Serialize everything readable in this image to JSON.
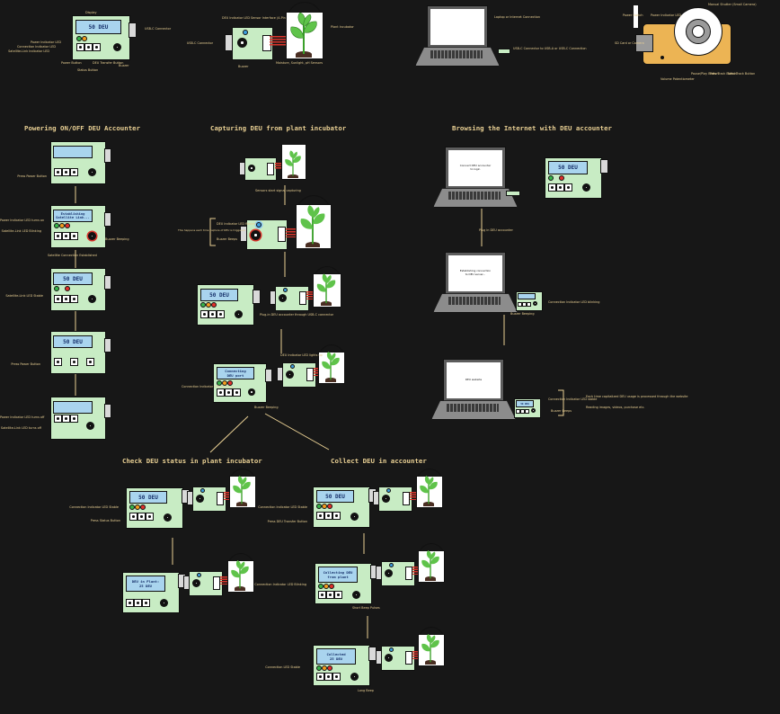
{
  "colors": {
    "background": "#171717",
    "label": "#e8cf93",
    "device_body": "#c8ecc4",
    "lcd": "#a9d4ee",
    "camera_body": "#ecb454",
    "wire_red": "#d9342b",
    "led_blue": "#3ea0e0",
    "led_green": "#37b34a",
    "led_orange": "#f39c1f",
    "led_red": "#e0302b"
  },
  "legend": {
    "accounter_lcd": "50 DEU",
    "accounter_labels": {
      "display": "Display",
      "usb_c": "USB-C Connector",
      "power_led": "Power Indicator LED",
      "connection_led": "Connection Indicator LED",
      "satellite_led": "Satellite-Link Indicator LED",
      "power_button": "Power Button",
      "deu_transfer": "DEU Transfer Button",
      "buzzer": "Buzzer",
      "status_button": "Status Button"
    },
    "probe_labels": {
      "deu_led": "DEU Indicator LED",
      "sensor_interface": "Sensor Interface (4-Pin)",
      "usb_c_connector": "USB-C Connector",
      "buzzer": "Buzzer",
      "incubator": "Plant Incubator",
      "moisture": "Moisture, Sunlight, pH Sensors"
    },
    "laptop_labels": {
      "laptop": "Laptop or Internet Connection",
      "adapter": "USB-C Connector to USB-A or USB-C Connection"
    },
    "camera_labels": {
      "power_switch": "Power Switch",
      "power_led": "Power Indicator LED",
      "lens": "Manual Shutter (Small Camera)",
      "sd_card": "SD Card or Camera",
      "volume": "Volume Potentiometer",
      "play_pause": "Pause/Play Button",
      "prev": "Prev Track Button",
      "next": "Next Track Button"
    }
  },
  "sections": {
    "power": {
      "title": "Powering ON/OFF DEU Accounter",
      "lcd_2": "Establishing\nSatellite Link...",
      "lcd_3": "50 DEU",
      "lcd_4": "50 DEU",
      "labels": {
        "press_power": "Press Power Button",
        "power_led_on": "Power Indicator LED turns on",
        "sat_blinking": "Satellite-Link LED Blinking",
        "buzzer_beeping": "Buzzer Beeping",
        "sat_established": "Satellite Connection Established",
        "sat_stable": "Satellite-Link LED Stable",
        "press_power_2": "Press Power Button",
        "power_led_off": "Power Indicator LED turns off",
        "sat_off": "Satellite-Link LED turns off"
      }
    },
    "capture": {
      "title": "Capturing DEU from plant incubator",
      "lcd_3": "50 DEU",
      "lcd_4": "Connecting\nDEU port",
      "labels": {
        "sensors_signal": "Sensors start signal capturing",
        "deu_led_flashes": "DEU Indicator LED flashes",
        "buzzer_beeps": "Buzzer Beeps",
        "bracket_note": "This happens each time capture of DEU is triggered",
        "plug_in": "Plug-in DEU accounter through USB-C connector",
        "led_lights_up": "DEU Indicator LED lights up",
        "connection_blinking": "Connection Indicator LED blinking",
        "buzzer_beeping": "Buzzer Beeping"
      }
    },
    "internet": {
      "title": "Browsing the Internet with DEU accounter",
      "accounter_lcd": "50 DEU",
      "screen_1": "Connect DEU accounter\nto login",
      "screen_2": "Establishing connection\nto DEU server...",
      "screen_3": "DEU website",
      "mini_lcd": "50 DEU",
      "labels": {
        "plug_in": "Plug in DEU accounter",
        "conn_blinking": "Connection Indicator LED blinking",
        "buzzer_beeping": "Buzzer Beeping",
        "conn_stable": "Connection Indicator LED stable",
        "buzzer_beeps": "Buzzer Beeps",
        "usage_note": "Each time capitalized DEU usage is processed through the website",
        "usage_note_2": "Reading images, videos, purchase etc."
      }
    },
    "check": {
      "title": "Check DEU status in plant incubator",
      "lcd_1": "50 DEU",
      "lcd_2": "DEU in Plant:\n25 DEU",
      "labels": {
        "conn_stable": "Connection Indicator LED Stable",
        "press_status": "Press Status Button"
      }
    },
    "collect": {
      "title": "Collect DEU in accounter",
      "lcd_1": "50 DEU",
      "lcd_2": "Collecting DEU\nfrom plant",
      "lcd_3": "Collected\n25 DEU",
      "labels": {
        "conn_stable": "Connection Indicator LED Stable",
        "press_transfer": "Press DEU Transfer Button",
        "conn_blinking": "Connection Indicator LED Blinking",
        "short_beep": "Short Beep Pulses",
        "conn_stable_2": "Connection LED Stable",
        "long_beep": "Long Beep"
      }
    }
  }
}
